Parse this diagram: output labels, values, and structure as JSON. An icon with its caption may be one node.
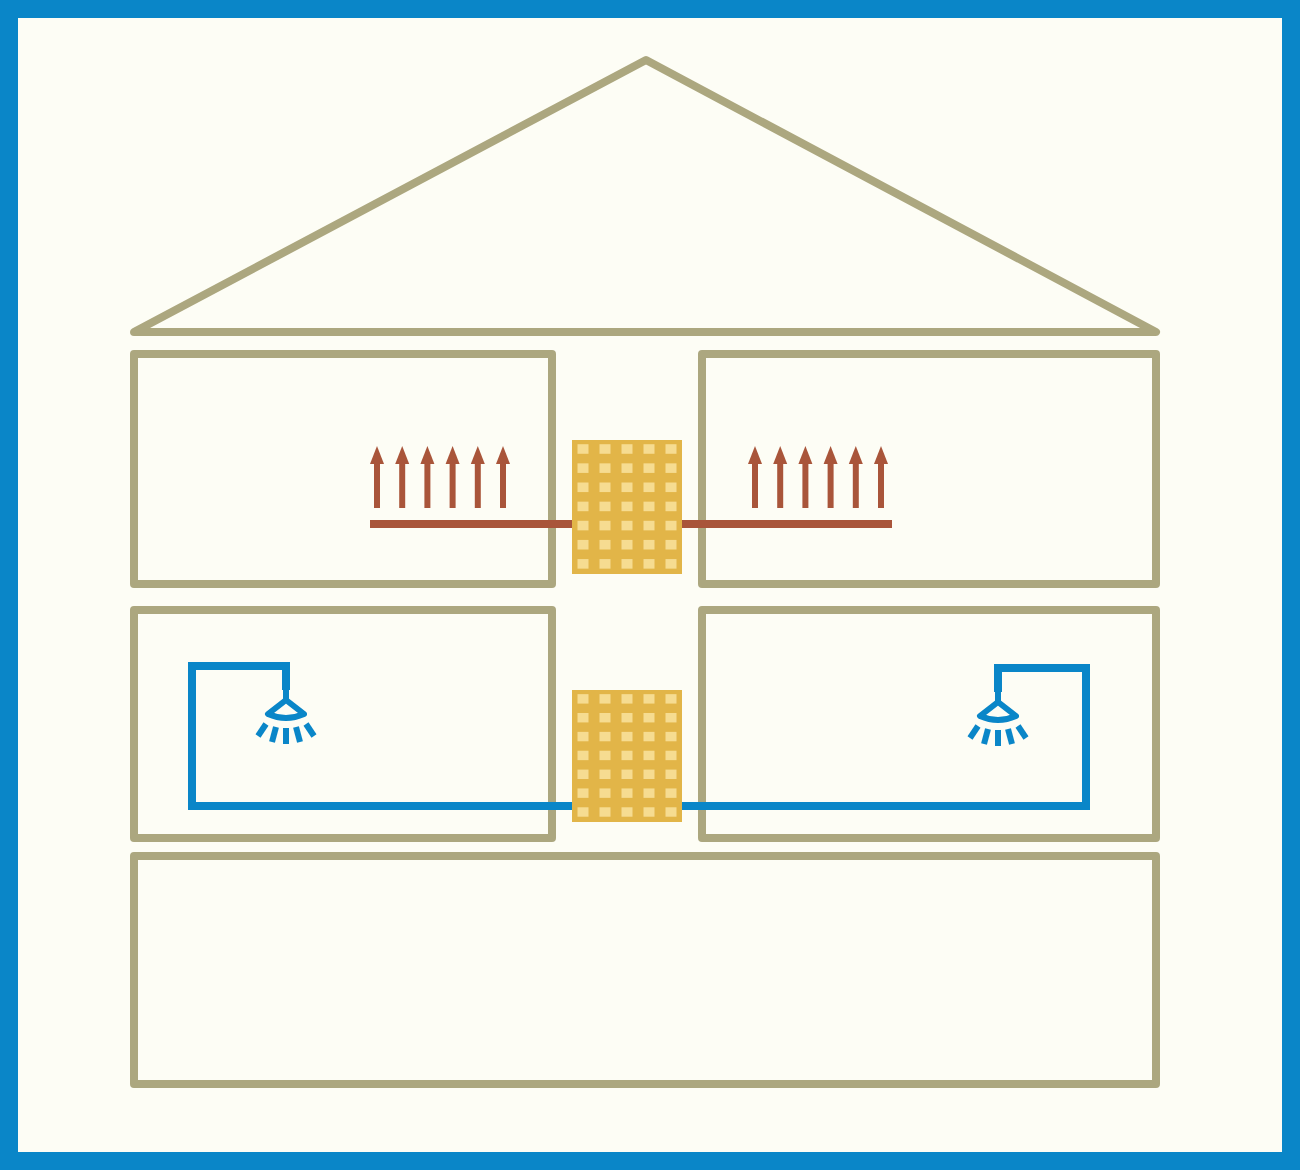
{
  "diagram": {
    "nodes": [
      {
        "text": [],
        "shape": "box"
      },
      {
        "text": [],
        "shape": "box"
      },
      {
        "text": [],
        "shape": "picture"
      },
      {
        "text": [],
        "shape": "picture"
      }
    ],
    "edges": [
      {
        "from": 0,
        "to": null,
        "arrow": "none",
        "color": "#a9553a"
      },
      {
        "from": 0,
        "to": null,
        "arrow": "none",
        "color": "#a9553a"
      },
      {
        "from": 1,
        "to": 2,
        "arrow": "none",
        "color": "#0a86c8"
      },
      {
        "from": 1,
        "to": 3,
        "arrow": "none",
        "color": "#0a86c8"
      }
    ]
  }
}
